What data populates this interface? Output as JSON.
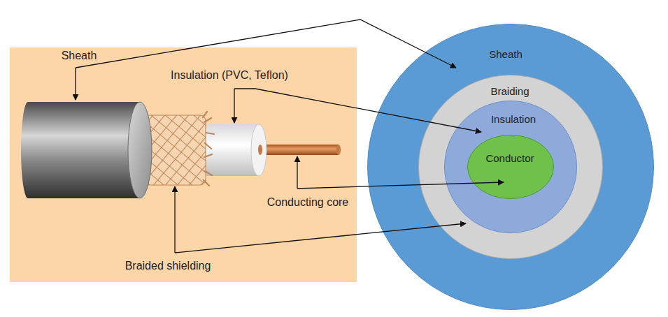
{
  "diagram": {
    "nodes": [
      {
        "text": [
          "Sheath",
          "Insulation (PVC, Teflon)",
          "Conducting core",
          "Braided shielding"
        ]
      },
      {
        "text": [
          "Sheath"
        ]
      },
      {
        "text": [
          "Braiding"
        ],
        "in": 1
      },
      {
        "text": [
          "Insulation"
        ],
        "in": 2
      },
      {
        "text": [
          "Conductor"
        ],
        "in": 3
      }
    ]
  }
}
